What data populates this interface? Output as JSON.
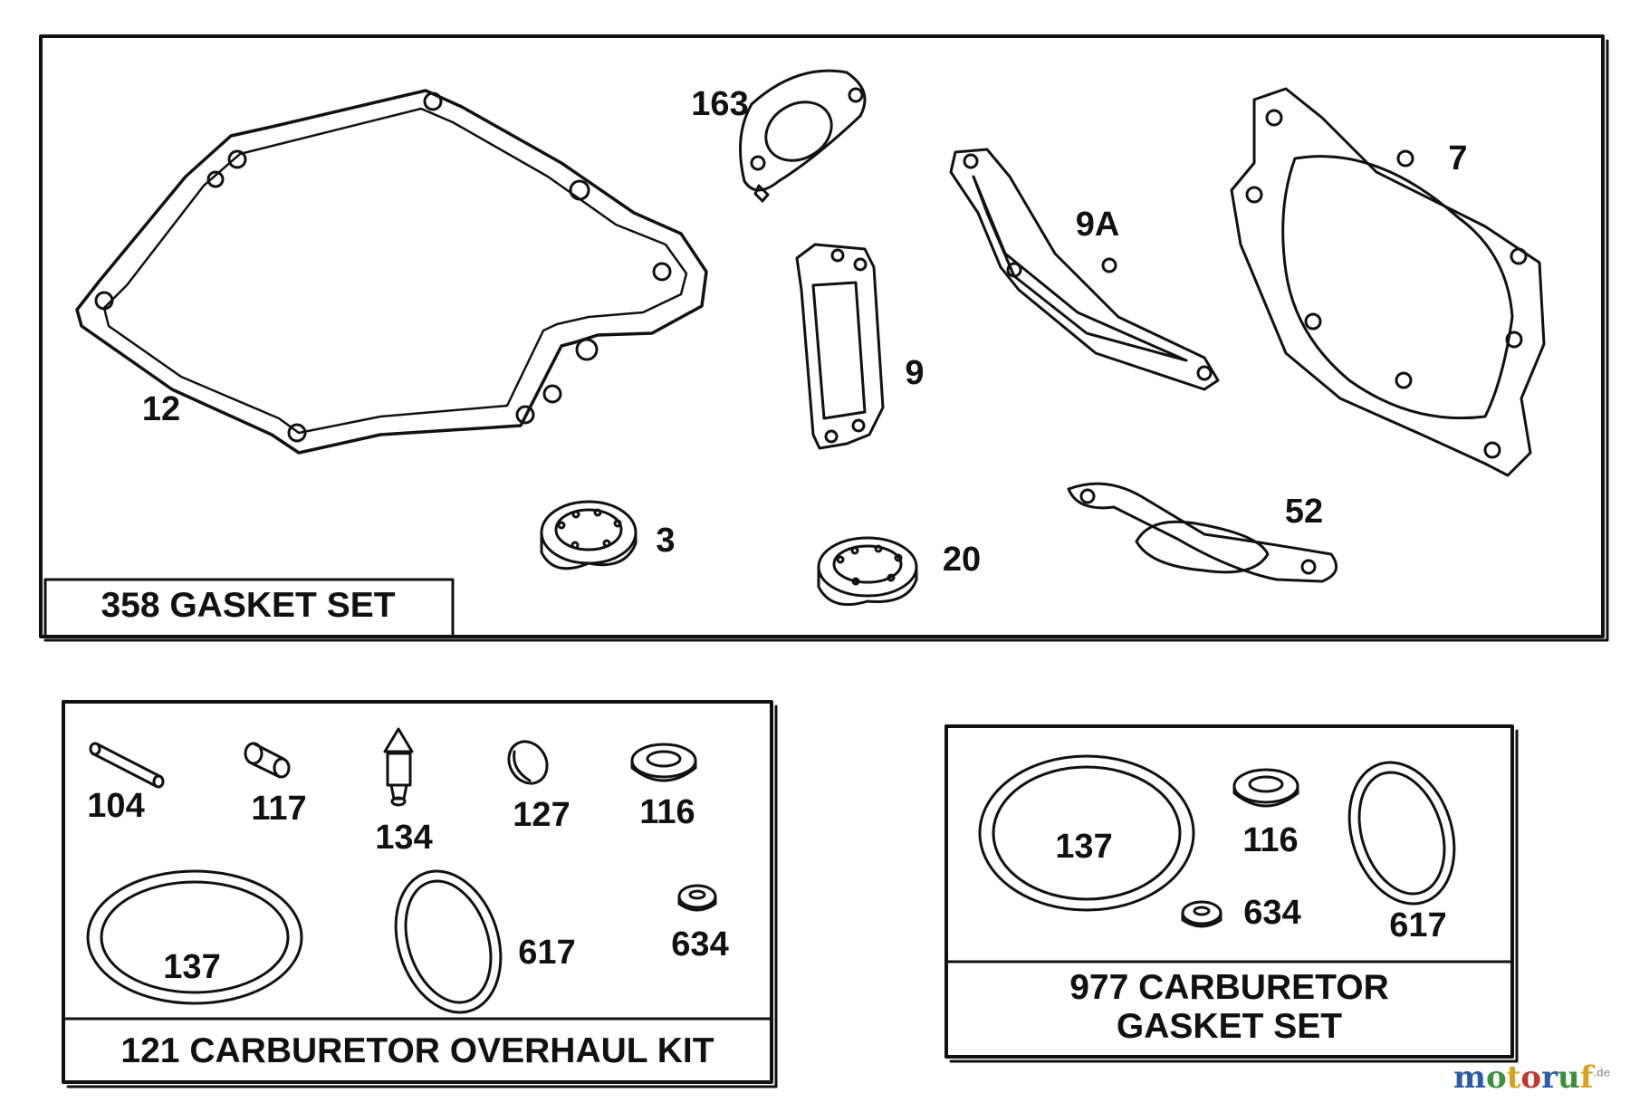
{
  "panels": {
    "gasket_set": {
      "title": "358 GASKET SET",
      "callouts": [
        "163",
        "7",
        "9A",
        "9",
        "12",
        "52",
        "3",
        "20"
      ]
    },
    "overhaul_kit": {
      "title": "121 CARBURETOR OVERHAUL KIT",
      "callouts": [
        "104",
        "117",
        "134",
        "127",
        "116",
        "137",
        "617",
        "634"
      ]
    },
    "carb_gasket_set": {
      "title_line1": "977 CARBURETOR",
      "title_line2": "GASKET SET",
      "callouts": [
        "137",
        "116",
        "634",
        "617"
      ]
    }
  },
  "watermark": {
    "letters": [
      "m",
      "o",
      "t",
      "o",
      "r",
      "u",
      "f"
    ],
    "suffix": ".de",
    "colors": [
      "#2d5aa8",
      "#3d8f3d",
      "#d9a21b",
      "#c0392b",
      "#2d5aa8",
      "#3d8f3d",
      "#d9a21b"
    ]
  }
}
